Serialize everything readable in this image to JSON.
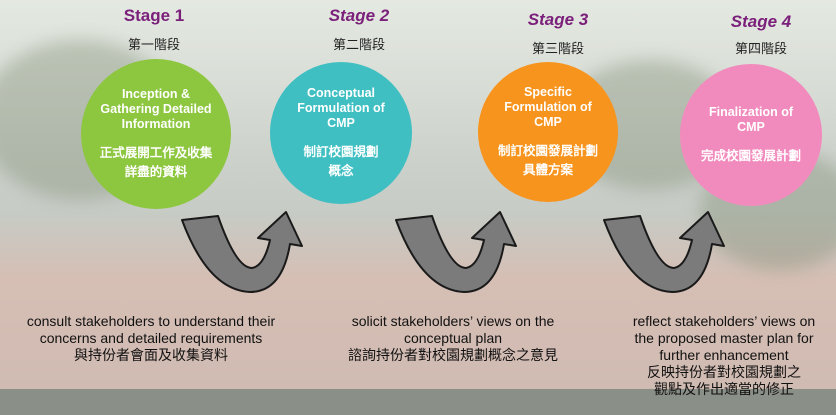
{
  "stages": [
    {
      "title": "Stage 1",
      "subtitle": "第一階段",
      "circle_en": "Inception &\nGathering Detailed\nInformation",
      "circle_zh": "正式展開工作及收集\n詳盡的資料",
      "color": "#8dc63f"
    },
    {
      "title": "Stage 2",
      "subtitle": "第二階段",
      "circle_en": "Conceptual\nFormulation of\nCMP",
      "circle_zh": "制訂校園規劃\n概念",
      "color": "#3fbfc2"
    },
    {
      "title": "Stage 3",
      "subtitle": "第三階段",
      "circle_en": "Specific\nFormulation of\nCMP",
      "circle_zh": "制訂校園發展計劃\n具體方案",
      "color": "#f7941d"
    },
    {
      "title": "Stage 4",
      "subtitle": "第四階段",
      "circle_en": "Finalization of\nCMP",
      "circle_zh": "完成校園發展計劃",
      "color": "#f28bbd"
    }
  ],
  "captions": [
    {
      "en": "consult stakeholders to understand their\nconcerns and detailed requirements",
      "zh": "與持份者會面及收集資料"
    },
    {
      "en": "solicit stakeholders’ views on the\nconceptual plan",
      "zh": "諮詢持份者對校園規劃概念之意見"
    },
    {
      "en": "reflect stakeholders’ views on\nthe proposed master plan for\nfurther enhancement",
      "zh": "反映持份者對校園規劃之\n觀點及作出適當的修正"
    }
  ],
  "colors": {
    "title": "#7a1f7a",
    "arrow_fill": "#7b7b7b",
    "arrow_stroke": "#1a1a1a"
  }
}
